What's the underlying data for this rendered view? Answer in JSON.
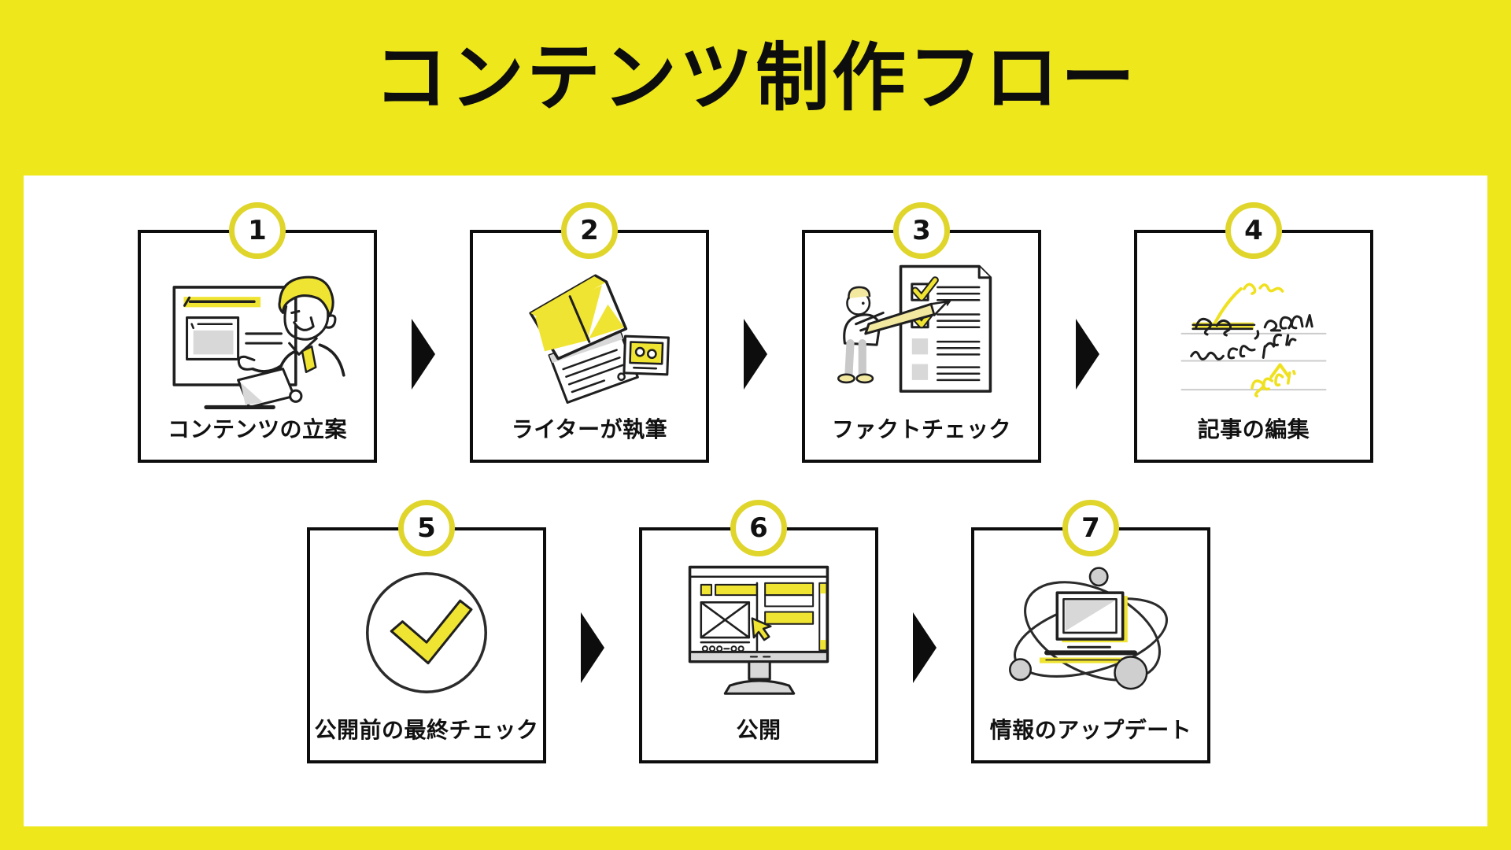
{
  "title": "コンテンツ制作フロー",
  "steps": [
    {
      "number": "1",
      "label": "コンテンツの立案",
      "illustration": "content-planning-illustration"
    },
    {
      "number": "2",
      "label": "ライターが執筆",
      "illustration": "writer-writing-illustration"
    },
    {
      "number": "3",
      "label": "ファクトチェック",
      "illustration": "fact-check-illustration"
    },
    {
      "number": "4",
      "label": "記事の編集",
      "illustration": "article-editing-illustration"
    },
    {
      "number": "5",
      "label": "公開前の最終チェック",
      "illustration": "final-check-illustration"
    },
    {
      "number": "6",
      "label": "公開",
      "illustration": "publish-illustration"
    },
    {
      "number": "7",
      "label": "情報のアップデート",
      "illustration": "info-update-illustration"
    }
  ],
  "icons": {
    "flow_arrow": "right-triangle-arrow"
  },
  "colors": {
    "background_yellow": "#EDE71C",
    "badge_ring_yellow": "#DFD52B",
    "accent_yellow": "#F0E432",
    "panel_white": "#FFFFFF",
    "ink_black": "#0d0d0d",
    "gray_fill": "#D8D8D8"
  }
}
